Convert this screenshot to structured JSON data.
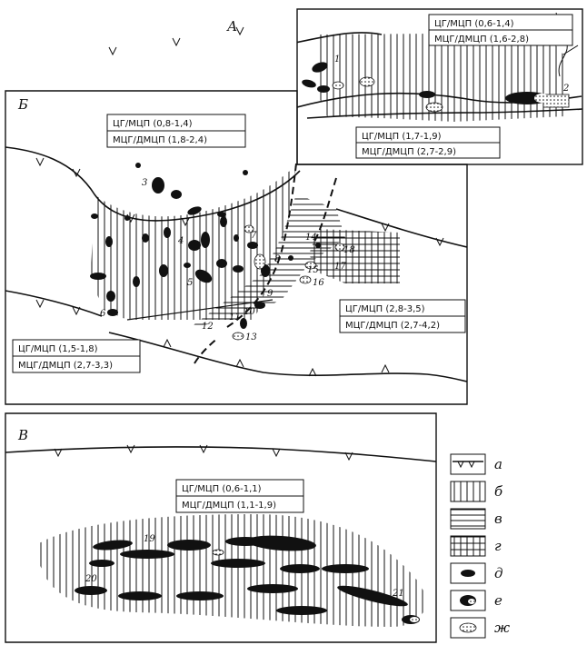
{
  "panels": {
    "a": {
      "letter": "А",
      "labels": [
        {
          "line1": "ЦГ/МЦП (0,6-1,4)",
          "line2": "МЦГ/ДМЦП (1,6-2,8)"
        },
        {
          "line1": "ЦГ/МЦП (1,7-1,9)",
          "line2": "МЦГ/ДМЦП (2,7-2,9)"
        }
      ],
      "numbers": [
        "1",
        "2"
      ]
    },
    "b": {
      "letter": "Б",
      "labels": [
        {
          "line1": "ЦГ/МЦП (0,8-1,4)",
          "line2": "МЦГ/ДМЦП (1,8-2,4)"
        },
        {
          "line1": "ЦГ/МЦП (2,8-3,5)",
          "line2": "МЦГ/ДМЦП (2,7-4,2)"
        },
        {
          "line1": "ЦГ/МЦП (1,5-1,8)",
          "line2": "МЦГ/ДМЦП (2,7-3,3)"
        }
      ],
      "numbers": [
        "3",
        "4",
        "5",
        "6",
        "7",
        "8",
        "9",
        "10",
        "11",
        "12",
        "13",
        "14",
        "15",
        "16",
        "17",
        "18"
      ]
    },
    "v": {
      "letter": "В",
      "labels": [
        {
          "line1": "ЦГ/МЦП (0,6-1,1)",
          "line2": "МЦГ/ДМЦП (1,1-1,9)"
        }
      ],
      "numbers": [
        "19",
        "20",
        "21"
      ]
    }
  },
  "legend": {
    "items": [
      {
        "key": "а",
        "symbol": "fault-line"
      },
      {
        "key": "б",
        "symbol": "vertical-hatch"
      },
      {
        "key": "в",
        "symbol": "horizontal-hatch"
      },
      {
        "key": "г",
        "symbol": "grid-hatch"
      },
      {
        "key": "д",
        "symbol": "black-lens"
      },
      {
        "key": "е",
        "symbol": "black-dotted-lens"
      },
      {
        "key": "ж",
        "symbol": "dotted-lens"
      }
    ]
  }
}
